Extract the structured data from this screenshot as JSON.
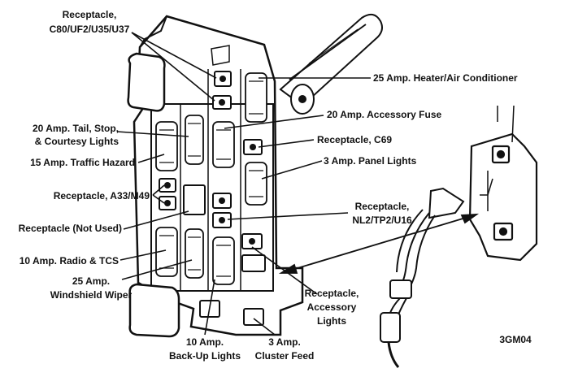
{
  "labels": {
    "receptacle_c80": [
      "Receptacle,",
      "C80/UF2/U35/U37"
    ],
    "heater_ac": "25 Amp. Heater/Air Conditioner",
    "accessory_fuse": "20 Amp. Accessory Fuse",
    "tail_stop": [
      "20 Amp. Tail, Stop,",
      "& Courtesy Lights"
    ],
    "receptacle_c69": "Receptacle, C69",
    "traffic_hazard": "15 Amp. Traffic Hazard",
    "panel_lights": "3 Amp. Panel Lights",
    "receptacle_a33": "Receptacle, A33/M49",
    "receptacle_nl2": [
      "Receptacle,",
      "NL2/TP2/U16"
    ],
    "not_used": "Receptacle (Not Used)",
    "radio_tcs": "10 Amp. Radio & TCS",
    "wiper": [
      "25 Amp.",
      "Windshield Wiper"
    ],
    "accessory_lights": [
      "Receptacle,",
      "Accessory",
      "Lights"
    ],
    "backup": [
      "10 Amp.",
      "Back-Up Lights"
    ],
    "cluster": [
      "3 Amp.",
      "Cluster Feed"
    ]
  },
  "figure_code": "3GM04"
}
